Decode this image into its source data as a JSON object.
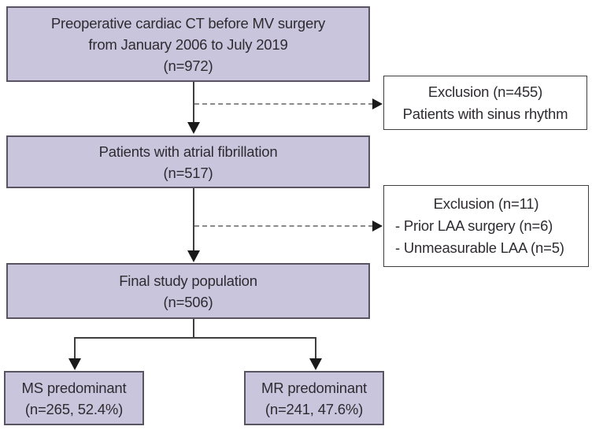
{
  "colors": {
    "box_fill": "#c9c5dd",
    "box_border": "#5a5361",
    "exclusion_fill": "#ffffff",
    "exclusion_border": "#3f3f3f",
    "connector_line": "#3f3f3f",
    "arrowhead": "#1a1a1a",
    "dashed_line": "#8a8a8a",
    "text": "#2e2b31"
  },
  "boxes": {
    "preop": {
      "lines": [
        "Preoperative cardiac CT before MV surgery",
        "from January 2006 to July 2019",
        "(n=972)"
      ]
    },
    "exclusion_sinus": {
      "lines": [
        "Exclusion (n=455)",
        "Patients with sinus rhythm"
      ]
    },
    "afib": {
      "lines": [
        "Patients with atrial fibrillation",
        "(n=517)"
      ]
    },
    "exclusion_laa": {
      "title": "Exclusion (n=11)",
      "items": [
        "- Prior LAA surgery (n=6)",
        "- Unmeasurable LAA (n=5)"
      ]
    },
    "final": {
      "lines": [
        "Final study population",
        "(n=506)"
      ]
    },
    "ms": {
      "lines": [
        "MS predominant",
        "(n=265, 52.4%)"
      ]
    },
    "mr": {
      "lines": [
        "MR predominant",
        "(n=241, 47.6%)"
      ]
    }
  }
}
